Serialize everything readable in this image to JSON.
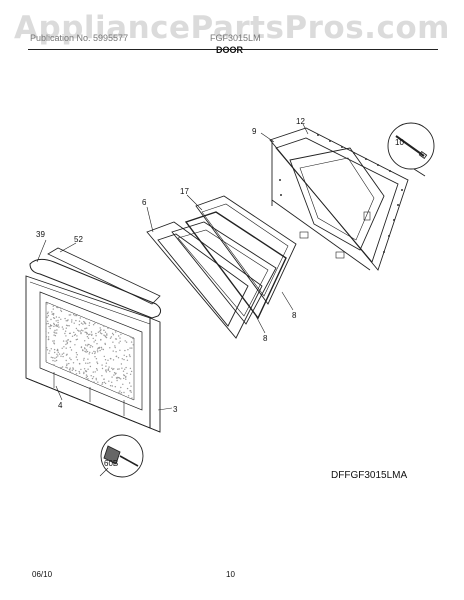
{
  "watermark": "AppliancePartsPros.com",
  "header": {
    "publication": "Publication No. 5995577",
    "model": "FGF3015LM",
    "section": "DOOR"
  },
  "callouts": [
    "9",
    "12",
    "10",
    "17",
    "6",
    "39",
    "52",
    "8",
    "8",
    "4",
    "3",
    "60B"
  ],
  "figure_code": "DFFGF3015LMA",
  "footer": {
    "date": "06/10",
    "page": "10"
  }
}
